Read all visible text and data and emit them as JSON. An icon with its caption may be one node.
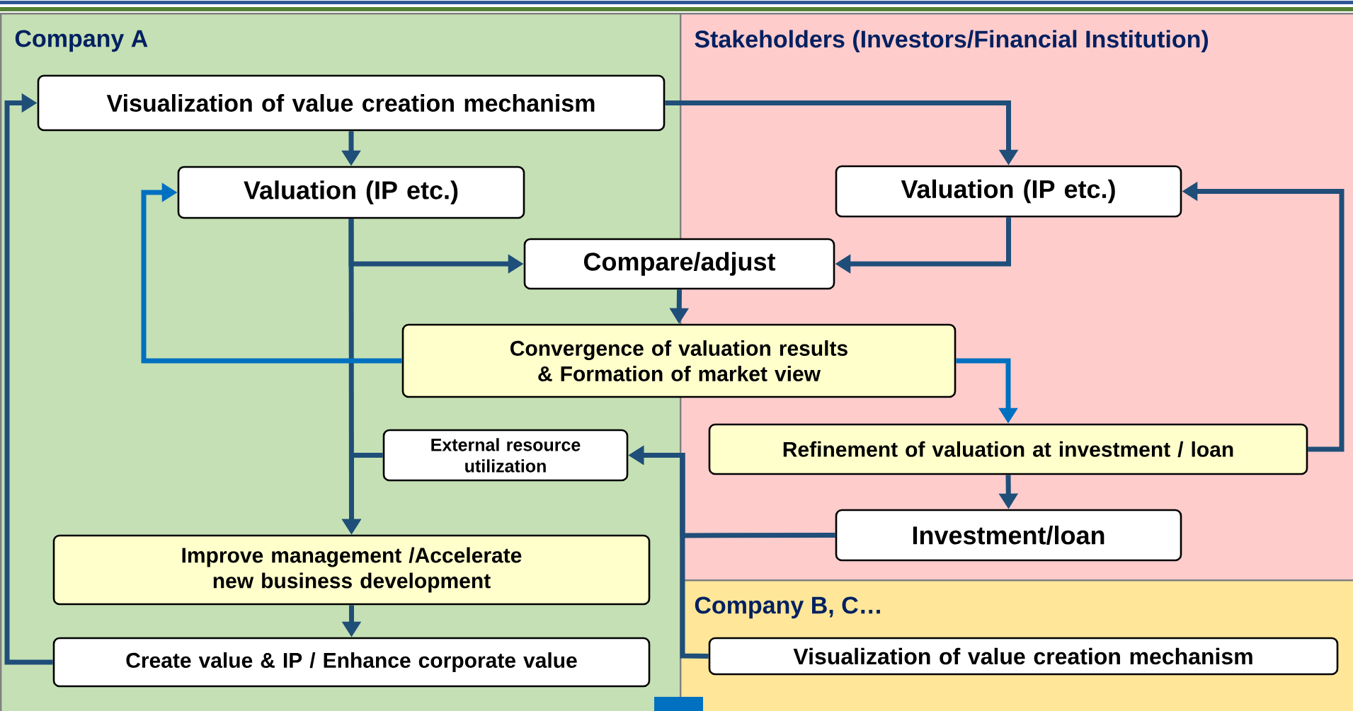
{
  "diagram": {
    "nodes": [
      {
        "text": [
          "Company A"
        ]
      },
      {
        "text": [
          "Stakeholders (Investors/Financial Institution)"
        ]
      },
      {
        "text": [
          "Company B, C…"
        ]
      },
      {
        "text": [
          "Visualization of value creation mechanism"
        ],
        "in": 0
      },
      {
        "text": [
          "Valuation (IP etc.)"
        ],
        "in": 0
      },
      {
        "text": [
          "Valuation (IP etc.)"
        ],
        "in": 1
      },
      {
        "text": [
          "Compare/adjust"
        ]
      },
      {
        "text": [
          "Convergence of valuation results & Formation of market view"
        ]
      },
      {
        "text": [
          "External resource utilization"
        ],
        "in": 0
      },
      {
        "text": [
          "Refinement of valuation at investment / loan"
        ],
        "in": 1
      },
      {
        "text": [
          "Investment/loan"
        ],
        "in": 1
      },
      {
        "text": [
          "Improve management /Accelerate new business development"
        ],
        "in": 0
      },
      {
        "text": [
          "Create value & IP / Enhance corporate value"
        ],
        "in": 0
      },
      {
        "text": [
          "Visualization of value creation mechanism"
        ],
        "in": 2
      }
    ],
    "edges": [
      {
        "from": 3,
        "to": 4,
        "arrow": "to"
      },
      {
        "from": 3,
        "to": 5,
        "arrow": "to"
      },
      {
        "from": 4,
        "to": 6,
        "arrow": "to"
      },
      {
        "from": 4,
        "to": 11,
        "arrow": "to"
      },
      {
        "from": 5,
        "to": 6,
        "arrow": "to"
      },
      {
        "from": 6,
        "to": 7,
        "arrow": "to"
      },
      {
        "from": 7,
        "to": 4,
        "arrow": "to",
        "color": "#0070c0"
      },
      {
        "from": 7,
        "to": 9,
        "arrow": "to",
        "color": "#0070c0"
      },
      {
        "from": 9,
        "to": 5,
        "arrow": "to"
      },
      {
        "from": 9,
        "to": 10,
        "arrow": "to"
      },
      {
        "from": 10,
        "to": 8,
        "arrow": "to"
      },
      {
        "from": 13,
        "to": 8,
        "arrow": "to"
      },
      {
        "from": 8,
        "to": 11,
        "arrow": "to"
      },
      {
        "from": 11,
        "to": 12,
        "arrow": "to"
      },
      {
        "from": 12,
        "to": 3,
        "arrow": "to"
      }
    ]
  }
}
